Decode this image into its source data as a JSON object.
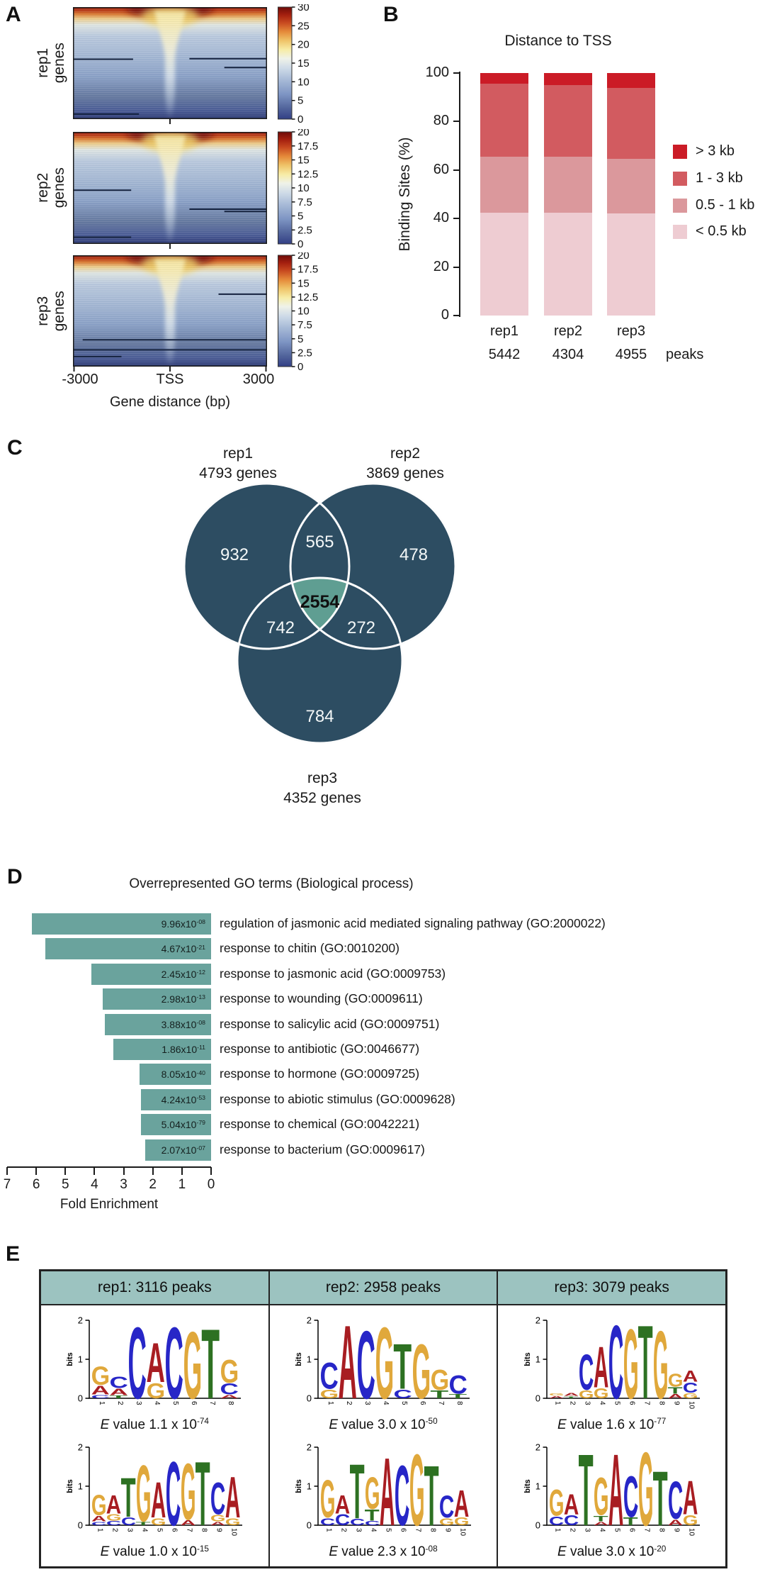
{
  "panels": {
    "a": "A",
    "b": "B",
    "c": "C",
    "d": "D",
    "e": "E"
  },
  "chart_data": [
    {
      "id": "tss_heatmaps",
      "type": "heatmap",
      "x_range": [
        -3000,
        3000
      ],
      "x_ticks": [
        "-3000",
        "TSS",
        "3000"
      ],
      "x_label": "Gene distance (bp)",
      "description": "ChIP signal density heatmaps centered on TSS for three replicates; high signal (red/yellow) near TSS at top-ranked genes, low signal (blue) elsewhere",
      "rows": [
        {
          "label": "rep1\ngenes",
          "scale_min": 0,
          "scale_max": 30,
          "colorbar_ticks": [
            "30",
            "25",
            "20",
            "15",
            "10",
            "5",
            "0"
          ],
          "lines": [
            [
              0,
              0.31,
              0.465
            ],
            [
              0.6,
              1,
              0.46
            ],
            [
              0.78,
              1,
              0.54
            ],
            [
              0,
              0.34,
              0.955
            ]
          ]
        },
        {
          "label": "rep2\ngenes",
          "scale_min": 0,
          "scale_max": 20,
          "colorbar_ticks": [
            "20",
            "17.5",
            "15",
            "12.5",
            "10",
            "7.5",
            "5",
            "2.5",
            "0"
          ],
          "lines": [
            [
              0,
              0.3,
              0.52
            ],
            [
              0.6,
              1,
              0.69
            ],
            [
              0.78,
              1,
              0.71
            ],
            [
              0,
              0.3,
              0.94
            ]
          ]
        },
        {
          "label": "rep3\ngenes",
          "scale_min": 0,
          "scale_max": 20,
          "colorbar_ticks": [
            "20",
            "17.5",
            "15",
            "12.5",
            "10",
            "7.5",
            "5",
            "2.5",
            "0"
          ],
          "lines": [
            [
              0.75,
              1,
              0.35
            ],
            [
              0.05,
              1,
              0.76
            ],
            [
              0,
              1,
              0.85
            ],
            [
              0,
              0.25,
              0.91
            ]
          ]
        }
      ]
    },
    {
      "id": "distance_to_tss",
      "type": "bar",
      "stacked": true,
      "title": "Distance to TSS",
      "ylabel": "Binding Sites (%)",
      "ylim": [
        0,
        100
      ],
      "y_ticks": [
        "0",
        "20",
        "40",
        "60",
        "80",
        "100"
      ],
      "categories": [
        "rep1",
        "rep2",
        "rep3"
      ],
      "peak_counts": [
        "5442",
        "4304",
        "4955"
      ],
      "peaks_suffix": "peaks",
      "series": [
        {
          "name": "< 0.5 kb",
          "color": "#eeccd2",
          "values": [
            42.5,
            42.5,
            42
          ]
        },
        {
          "name": "0.5 - 1 kb",
          "color": "#db989c",
          "values": [
            23,
            23,
            22.5
          ]
        },
        {
          "name": "1 - 3 kb",
          "color": "#d25b60",
          "values": [
            30,
            29.5,
            29.5
          ]
        },
        {
          "name": "> 3 kb",
          "color": "#cb1b26",
          "values": [
            4.5,
            5,
            6
          ]
        }
      ],
      "legend": [
        {
          "label": "> 3 kb",
          "color": "#cb1b26"
        },
        {
          "label": "1 - 3 kb",
          "color": "#d25b60"
        },
        {
          "label": "0.5 - 1 kb",
          "color": "#db989c"
        },
        {
          "label": "< 0.5 kb",
          "color": "#eeccd2"
        }
      ]
    },
    {
      "id": "venn_overlap",
      "type": "venn",
      "sets": [
        {
          "line1": "rep1",
          "line2": "4793 genes"
        },
        {
          "line1": "rep2",
          "line2": "3869 genes"
        },
        {
          "line1": "rep3",
          "line2": "4352 genes"
        }
      ],
      "regions": {
        "rep1_only": "932",
        "rep1_rep2": "565",
        "rep2_only": "478",
        "rep1_rep3": "742",
        "center": "2554",
        "rep2_rep3": "272",
        "rep3_only": "784"
      },
      "colors": {
        "circle": "#2d4d62",
        "center": "#5f9e92"
      }
    },
    {
      "id": "go_terms",
      "type": "bar",
      "orientation": "horizontal-reversed",
      "title": "Overrepresented GO terms (Biological process)",
      "xlabel": "Fold Enrichment",
      "xlim": [
        0,
        7
      ],
      "x_ticks": [
        "7",
        "6",
        "5",
        "4",
        "3",
        "2",
        "1",
        "0"
      ],
      "bar_color": "#6aa39d",
      "bars": [
        {
          "value": 6.15,
          "p_coef": "9.96",
          "p_exp": "-08",
          "label": "regulation of jasmonic acid mediated signaling pathway (GO:2000022)"
        },
        {
          "value": 5.7,
          "p_coef": "4.67",
          "p_exp": "-21",
          "label": "response to chitin (GO:0010200)"
        },
        {
          "value": 4.1,
          "p_coef": "2.45",
          "p_exp": "-12",
          "label": "response to jasmonic acid (GO:0009753)"
        },
        {
          "value": 3.72,
          "p_coef": "2.98",
          "p_exp": "-13",
          "label": "response to wounding (GO:0009611)"
        },
        {
          "value": 3.65,
          "p_coef": "3.88",
          "p_exp": "-08",
          "label": "response to salicylic acid (GO:0009751)"
        },
        {
          "value": 3.35,
          "p_coef": "1.86",
          "p_exp": "-11",
          "label": "response to antibiotic (GO:0046677)"
        },
        {
          "value": 2.45,
          "p_coef": "8.05",
          "p_exp": "-40",
          "label": "response to hormone (GO:0009725)"
        },
        {
          "value": 2.4,
          "p_coef": "4.24",
          "p_exp": "-53",
          "label": "response to abiotic stimulus (GO:0009628)"
        },
        {
          "value": 2.4,
          "p_coef": "5.04",
          "p_exp": "-79",
          "label": "response to chemical (GO:0042221)"
        },
        {
          "value": 2.25,
          "p_coef": "2.07",
          "p_exp": "-07",
          "label": "response to bacterium (GO:0009617)"
        }
      ]
    },
    {
      "id": "motif_logos",
      "type": "table",
      "header_bg": "#9cc3c0",
      "axis": {
        "label": "bits",
        "ticks": [
          "0",
          "1",
          "2"
        ]
      },
      "letter_colors": {
        "A": "#a81d22",
        "C": "#2726c7",
        "G": "#e0a83b",
        "T": "#2d7122"
      },
      "columns": [
        {
          "header": "rep1: 3116 peaks",
          "logos": [
            {
              "consensus": "CACGTG",
              "evalue": {
                "e": "E",
                "rest": "value 1.1 x 10",
                "sup": "-74"
              },
              "cols": [
                [
                  [
                    "C",
                    0.1
                  ],
                  [
                    "A",
                    0.25
                  ],
                  [
                    "G",
                    0.5
                  ]
                ],
                [
                  [
                    "T",
                    0.08
                  ],
                  [
                    "A",
                    0.18
                  ],
                  [
                    "C",
                    0.32
                  ]
                ],
                [
                  [
                    "C",
                    1.9
                  ]
                ],
                [
                  [
                    "G",
                    0.42
                  ],
                  [
                    "A",
                    1.05
                  ]
                ],
                [
                  [
                    "C",
                    1.9
                  ]
                ],
                [
                  [
                    "G",
                    1.78
                  ]
                ],
                [
                  [
                    "T",
                    1.85
                  ]
                ],
                [
                  [
                    "A",
                    0.1
                  ],
                  [
                    "C",
                    0.3
                  ],
                  [
                    "G",
                    0.62
                  ]
                ]
              ]
            },
            {
              "consensus": "TGACGTCA",
              "evalue": {
                "e": "E",
                "rest": "value 1.0 x 10",
                "sup": "-15"
              },
              "cols": [
                [
                  [
                    "C",
                    0.1
                  ],
                  [
                    "A",
                    0.16
                  ],
                  [
                    "G",
                    0.55
                  ]
                ],
                [
                  [
                    "C",
                    0.12
                  ],
                  [
                    "G",
                    0.18
                  ],
                  [
                    "A",
                    0.5
                  ]
                ],
                [
                  [
                    "C",
                    0.22
                  ],
                  [
                    "T",
                    1.05
                  ]
                ],
                [
                  [
                    "T",
                    0.1
                  ],
                  [
                    "G",
                    1.5
                  ]
                ],
                [
                  [
                    "G",
                    0.2
                  ],
                  [
                    "A",
                    0.95
                  ]
                ],
                [
                  [
                    "C",
                    1.7
                  ]
                ],
                [
                  [
                    "A",
                    0.15
                  ],
                  [
                    "G",
                    1.5
                  ]
                ],
                [
                  [
                    "T",
                    1.7
                  ]
                ],
                [
                  [
                    "A",
                    0.1
                  ],
                  [
                    "G",
                    0.18
                  ],
                  [
                    "C",
                    0.85
                  ]
                ],
                [
                  [
                    "G",
                    0.2
                  ],
                  [
                    "A",
                    1.1
                  ]
                ]
              ]
            }
          ]
        },
        {
          "header": "rep2: 2958 peaks",
          "logos": [
            {
              "consensus": "CACGTG",
              "evalue": {
                "e": "E",
                "rest": "value 3.0 x 10",
                "sup": "-50"
              },
              "cols": [
                [
                  [
                    "G",
                    0.25
                  ],
                  [
                    "C",
                    0.7
                  ]
                ],
                [
                  [
                    "A",
                    1.95
                  ]
                ],
                [
                  [
                    "C",
                    1.8
                  ]
                ],
                [
                  [
                    "G",
                    1.9
                  ]
                ],
                [
                  [
                    "C",
                    0.25
                  ],
                  [
                    "T",
                    1.2
                  ]
                ],
                [
                  [
                    "G",
                    1.45
                  ]
                ],
                [
                  [
                    "T",
                    0.22
                  ],
                  [
                    "G",
                    0.55
                  ]
                ],
                [
                  [
                    "T",
                    0.12
                  ],
                  [
                    "C",
                    0.5
                  ]
                ]
              ]
            },
            {
              "consensus": "TGACGTCA",
              "evalue": {
                "e": "E",
                "rest": "value 2.3 x 10",
                "sup": "-08"
              },
              "cols": [
                [
                  [
                    "C",
                    0.2
                  ],
                  [
                    "G",
                    1.0
                  ]
                ],
                [
                  [
                    "C",
                    0.3
                  ],
                  [
                    "A",
                    0.5
                  ]
                ],
                [
                  [
                    "C",
                    0.18
                  ],
                  [
                    "T",
                    1.45
                  ]
                ],
                [
                  [
                    "C",
                    0.12
                  ],
                  [
                    "T",
                    0.3
                  ],
                  [
                    "G",
                    0.85
                  ]
                ],
                [
                  [
                    "A",
                    1.8
                  ]
                ],
                [
                  [
                    "C",
                    1.6
                  ]
                ],
                [
                  [
                    "G",
                    1.9
                  ]
                ],
                [
                  [
                    "T",
                    1.6
                  ]
                ],
                [
                  [
                    "G",
                    0.2
                  ],
                  [
                    "C",
                    0.6
                  ]
                ],
                [
                  [
                    "G",
                    0.22
                  ],
                  [
                    "A",
                    0.72
                  ]
                ]
              ]
            }
          ]
        },
        {
          "header": "rep3: 3079 peaks",
          "logos": [
            {
              "consensus": "CACGTG",
              "evalue": {
                "e": "E",
                "rest": "value 1.6 x 10",
                "sup": "-77"
              },
              "cols": [
                [
                  [
                    "A",
                    0.07
                  ],
                  [
                    "G",
                    0.07
                  ]
                ],
                [
                  [
                    "T",
                    0.06
                  ],
                  [
                    "A",
                    0.08
                  ]
                ],
                [
                  [
                    "G",
                    0.22
                  ],
                  [
                    "C",
                    0.95
                  ]
                ],
                [
                  [
                    "G",
                    0.28
                  ],
                  [
                    "A",
                    1.1
                  ]
                ],
                [
                  [
                    "C",
                    1.95
                  ]
                ],
                [
                  [
                    "G",
                    1.85
                  ]
                ],
                [
                  [
                    "T",
                    1.95
                  ]
                ],
                [
                  [
                    "G",
                    1.8
                  ]
                ],
                [
                  [
                    "A",
                    0.12
                  ],
                  [
                    "T",
                    0.18
                  ],
                  [
                    "G",
                    0.35
                  ]
                ],
                [
                  [
                    "G",
                    0.15
                  ],
                  [
                    "C",
                    0.28
                  ],
                  [
                    "A",
                    0.3
                  ]
                ]
              ]
            },
            {
              "consensus": "TGACGTCA",
              "evalue": {
                "e": "E",
                "rest": "value 3.0 x 10",
                "sup": "-20"
              },
              "cols": [
                [
                  [
                    "C",
                    0.25
                  ],
                  [
                    "G",
                    0.7
                  ]
                ],
                [
                  [
                    "C",
                    0.28
                  ],
                  [
                    "A",
                    0.55
                  ]
                ],
                [
                  [
                    "T",
                    1.9
                  ]
                ],
                [
                  [
                    "A",
                    0.1
                  ],
                  [
                    "T",
                    0.16
                  ],
                  [
                    "G",
                    1.0
                  ]
                ],
                [
                  [
                    "A",
                    1.9
                  ]
                ],
                [
                  [
                    "T",
                    0.22
                  ],
                  [
                    "C",
                    1.1
                  ]
                ],
                [
                  [
                    "G",
                    1.95
                  ]
                ],
                [
                  [
                    "T",
                    1.45
                  ]
                ],
                [
                  [
                    "A",
                    0.16
                  ],
                  [
                    "C",
                    1.0
                  ]
                ],
                [
                  [
                    "G",
                    0.28
                  ],
                  [
                    "A",
                    0.9
                  ]
                ]
              ]
            }
          ]
        }
      ]
    }
  ]
}
